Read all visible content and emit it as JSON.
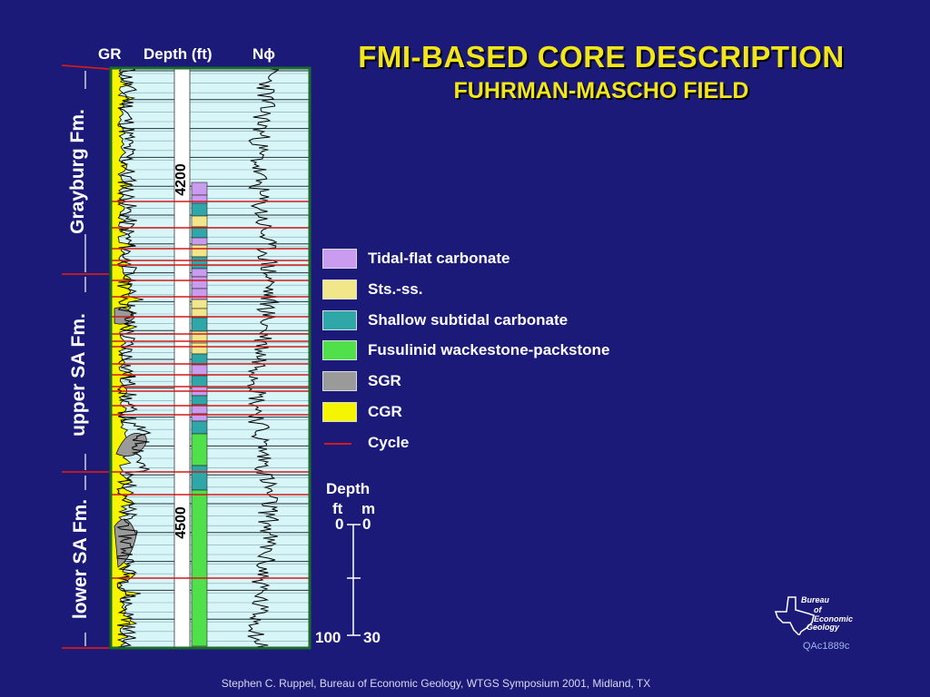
{
  "title": "FMI-BASED CORE DESCRIPTION",
  "subtitle": "FUHRMAN-MASCHO FIELD",
  "column_headers": {
    "gr": "GR",
    "depth": "Depth (ft)",
    "nphi": "Nϕ"
  },
  "depth_labels": [
    "4200",
    "4500"
  ],
  "formations": [
    "Grayburg Fm.",
    "upper SA Fm.",
    "lower SA Fm."
  ],
  "legend": [
    {
      "label": "Tidal-flat carbonate",
      "color": "#c99cf0"
    },
    {
      "label": "Sts.-ss.",
      "color": "#f1e68a"
    },
    {
      "label": "Shallow subtidal carbonate",
      "color": "#2fa7a9"
    },
    {
      "label": "Fusulinid wackestone-packstone",
      "color": "#4fe04a"
    },
    {
      "label": "SGR",
      "color": "#9a9a9a"
    },
    {
      "label": "CGR",
      "color": "#f5f500"
    },
    {
      "label": "Cycle",
      "color": "#d11a1a"
    }
  ],
  "scale": {
    "title": "Depth",
    "ft_label": "ft",
    "m_label": "m",
    "ft_top": "0",
    "m_top": "0",
    "ft_bottom": "100",
    "m_bottom": "30"
  },
  "logo": {
    "line1": "Bureau",
    "line2": "of",
    "line3": "Economic",
    "line4": "Geology"
  },
  "figure_code": "QAc1889c",
  "footer": "Stephen C. Ruppel, Bureau of Economic Geology, WTGS Symposium 2001, Midland, TX"
}
